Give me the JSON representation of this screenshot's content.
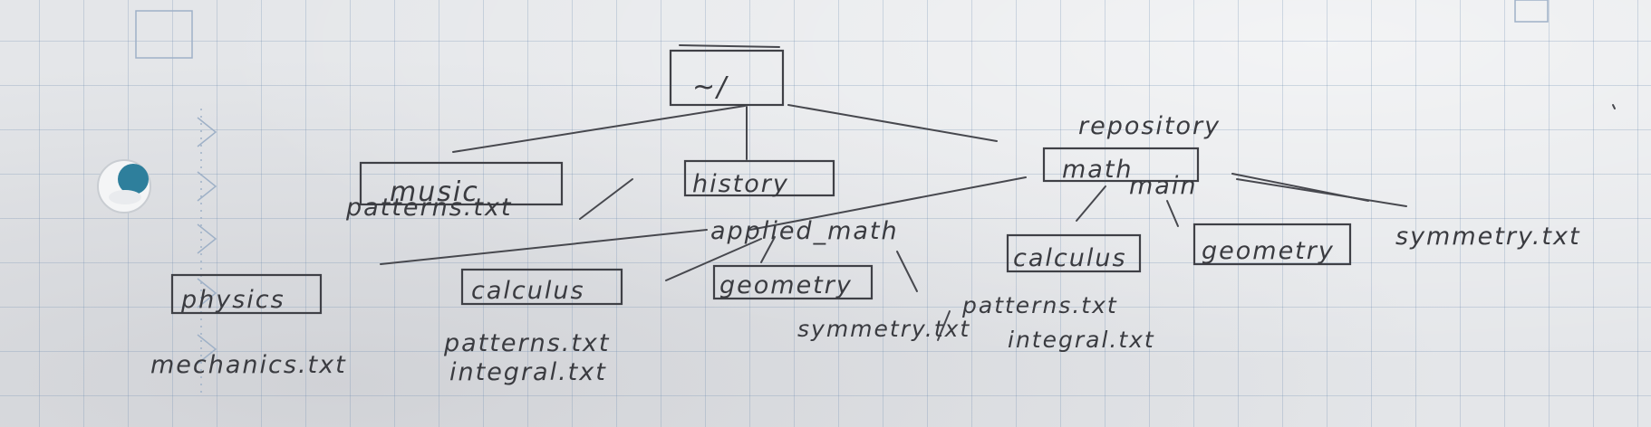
{
  "nodes": {
    "root": "~/",
    "repository_label": "repository",
    "music": "music",
    "history": "history",
    "math": "math",
    "main": "main",
    "music_patterns": "patterns.txt",
    "applied_math": "applied_math",
    "physics": "physics",
    "applied_calculus": "calculus",
    "applied_geometry": "geometry",
    "mechanics": "mechanics.txt",
    "applied_patterns": "patterns.txt",
    "applied_integral": "integral.txt",
    "applied_symmetry": "symmetry.txt",
    "main_patterns": "patterns.txt",
    "main_integral": "integral.txt",
    "main_calculus": "calculus",
    "main_geometry": "geometry",
    "main_symmetry": "symmetry.txt"
  }
}
